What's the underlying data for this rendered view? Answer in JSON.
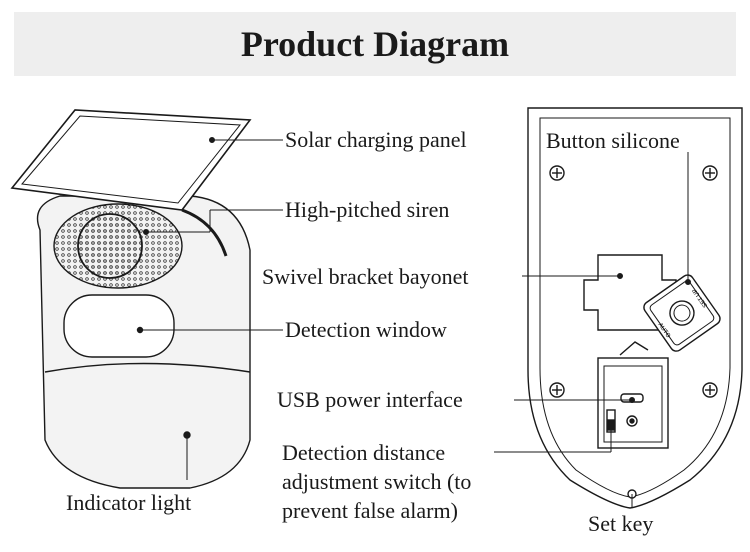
{
  "title": "Product Diagram",
  "labels": {
    "solar_panel": "Solar charging panel",
    "siren": "High-pitched siren",
    "swivel_bracket": "Swivel bracket bayonet",
    "detection_window": "Detection window",
    "usb_interface": "USB power interface",
    "detection_switch": [
      "Detection distance",
      "adjustment switch (to",
      "prevent false alarm)"
    ],
    "indicator_light": "Indicator light",
    "button_silicone": "Button silicone",
    "set_key": "Set key"
  },
  "button_text": [
    "AUTO",
    "SET UP"
  ],
  "colors": {
    "title_bar": "#eeeeee",
    "body_fill": "#f3f3f3",
    "line": "#1a1a1a"
  }
}
